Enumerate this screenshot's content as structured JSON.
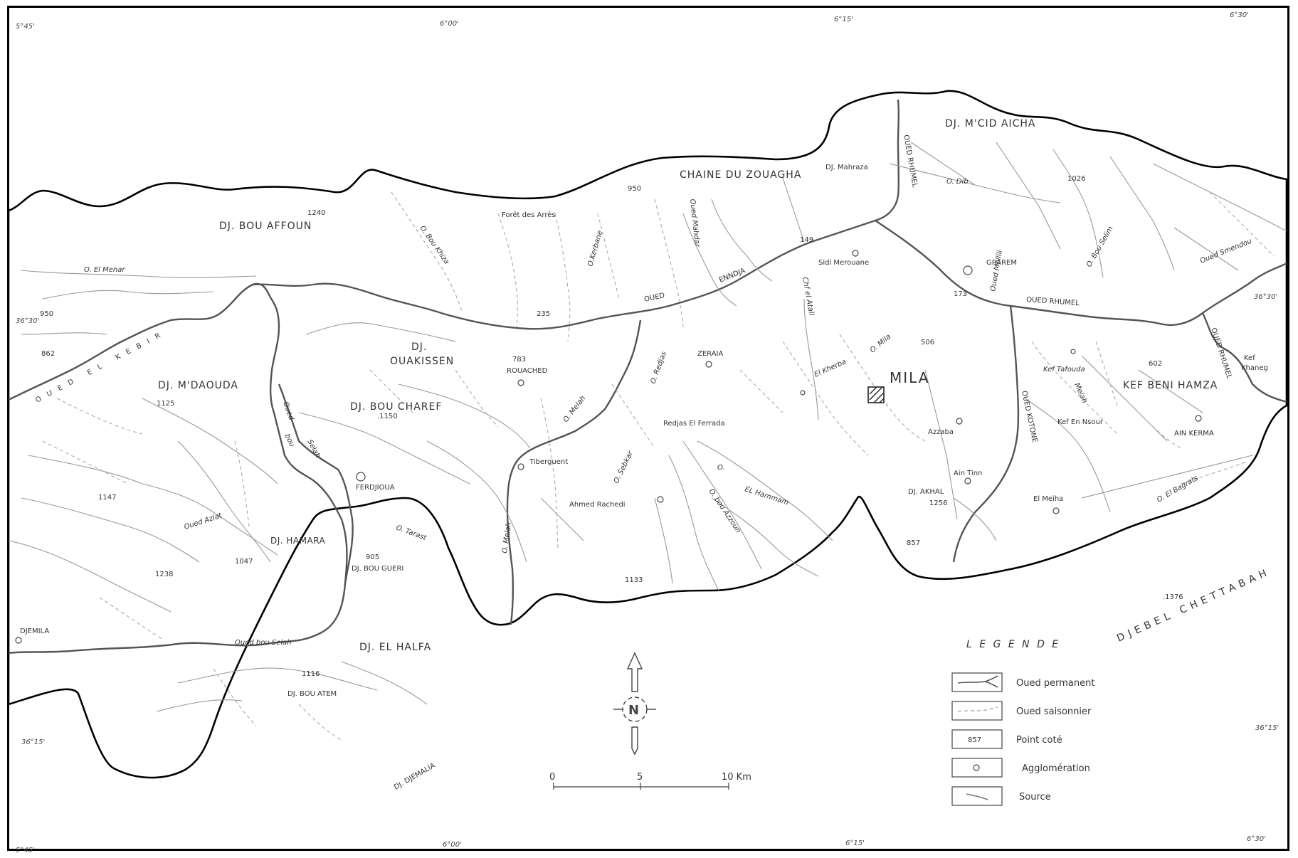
{
  "coordinates": {
    "lon_5_45": "5°45'",
    "lon_6_00": "6°00'",
    "lon_6_15": "6°15'",
    "lon_6_30": "6°30'",
    "lat_36_30": "36°30'",
    "lat_36_15": "36°15'"
  },
  "mountains": {
    "bou_affoun": "DJ. BOU AFFOUN",
    "zouagha": "CHAINE DU ZOUAGHA",
    "mcid_aicha": "DJ. M'CID AICHA",
    "ouakissen_1": "DJ.",
    "ouakissen_2": "OUAKISSEN",
    "mdaouda": "DJ. M'DAOUDA",
    "bou_charef": "DJ. BOU CHAREF",
    "hamara": "DJ. HAMARA",
    "bou_gueri": "DJ. BOU GUERI",
    "el_halfa": "DJ. EL HALFA",
    "bou_atem": "DJ. BOU ATEM",
    "djemalia": "DJ. DJEMALIA",
    "akhal": "DJ. AKHAL",
    "kef_beni_hamza": "KEF BENI HAMZA",
    "chettabah": "DJEBEL CHETTABAH",
    "mahraza": "DJ. Mahraza",
    "foret": "Forêt des Arrès"
  },
  "rivers": {
    "el_kebir": "OUED EL KEBIR",
    "endja_oued": "OUED",
    "endja_name": "ENNDJA",
    "rhumel_north": "OUED RHUMEL",
    "rhumel_east": "OUED RHUMEL",
    "rhumel_ne": "OUED RHUMEL",
    "kotone": "OUED KOTONE",
    "el_menar": "O. El Menar",
    "bou_khiza": "O. Bou Khiza",
    "kerbane": "O.Kerbane",
    "mahdar": "Oued Mahdar",
    "dib": "O. Dib",
    "mellili": "Oued Mellili",
    "bou_selim": "O. Bou Selim",
    "smendou": "Oued Smendou",
    "chf_el_atall": "Chf el Atall",
    "el_kherba": "El Kherba",
    "o_mila": "O. Mila",
    "redjas": "O. Redjas",
    "melah_upper": "O. Melah",
    "melah_lower": "O. Melah",
    "sebkar": "O. Sebkar",
    "el_hammam_o": "O.",
    "el_hammam": "EL Hammam",
    "bou_azzoun": "O. bou Azzoun",
    "oued_bou_selah_1": "Oued",
    "oued_bou_selah_2": "bou",
    "oued_bou_selah_3": "Selah",
    "bou_selah_south": "Oued bou Selah",
    "azlat": "Oued Azlat",
    "tarast": "O. Tarast",
    "el_bagrats": "O. El Bagrats",
    "melah_east": "Melah"
  },
  "elevations": {
    "e1240": "1240",
    "e950w": "950",
    "e862": "862",
    "e1125": "1125",
    "e1147": "1147",
    "e1238": "1238",
    "e1047": "1047",
    "e905": "905",
    "e1116": "1116",
    "e1150": ".1150",
    "e235": "235",
    "e783": "783",
    "e950n": "950",
    "e149": "149",
    "e1026": "1026",
    "e173": "173",
    "e506": "506",
    "e602": "602",
    "e1256": "1256",
    "e857": "857",
    "e1133": "1133",
    "e1376": ".1376"
  },
  "towns": {
    "mila": "MILA",
    "sidi_merouane": "Sidi Merouane",
    "grarem": "GRAREM",
    "zeraia": "ZERAIA",
    "rouached": "ROUACHED",
    "ferdjioua": "FERDJIOUA",
    "tiberguent": "Tiberguent",
    "ahmed_rachedi": "Ahmed Rachedi",
    "redjas_el_ferrada": "Redjas El Ferrada",
    "azzaba": "Azzaba",
    "ain_tinn": "Ain Tinn",
    "el_meiha": "El Meiha",
    "kef_tafouda": "Kef Tafouda",
    "kef_en_nsour": "Kef En Nsour",
    "ain_kerma": "AIN KERMA",
    "kef_khaneg_1": "Kef",
    "kef_khaneg_2": "Khaneg",
    "djemila": "DJEMILA"
  },
  "legend": {
    "title": "L E G E N D E",
    "permanent": "Oued permanent",
    "seasonal": "Oued saisonnier",
    "point_cote": "Point coté",
    "point_cote_sample": "857",
    "agglomeration": "Agglomération",
    "source": "Source"
  },
  "scale_bar": {
    "zero": "0",
    "five": "5",
    "ten": "10 Km"
  },
  "north_arrow": {
    "letter": "N"
  }
}
